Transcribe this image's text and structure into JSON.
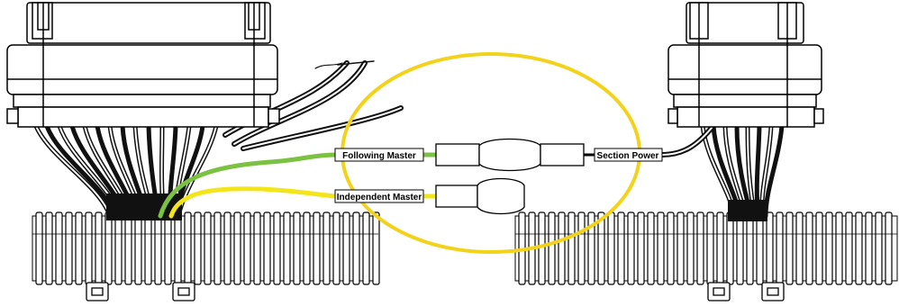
{
  "labels": {
    "following_master": "Following Master",
    "independent_master": "Independent Master",
    "section_power": "Section Power"
  },
  "colors": {
    "highlight_ellipse": "#f2d21a",
    "wire_green": "#7cc242",
    "wire_yellow": "#f2e51a",
    "wire_black": "#111111"
  },
  "icons": {
    "left_connector": "multi-pin-connector",
    "right_connector": "multi-pin-connector",
    "conduit": "corrugated-conduit",
    "clips": "cable-clip"
  }
}
